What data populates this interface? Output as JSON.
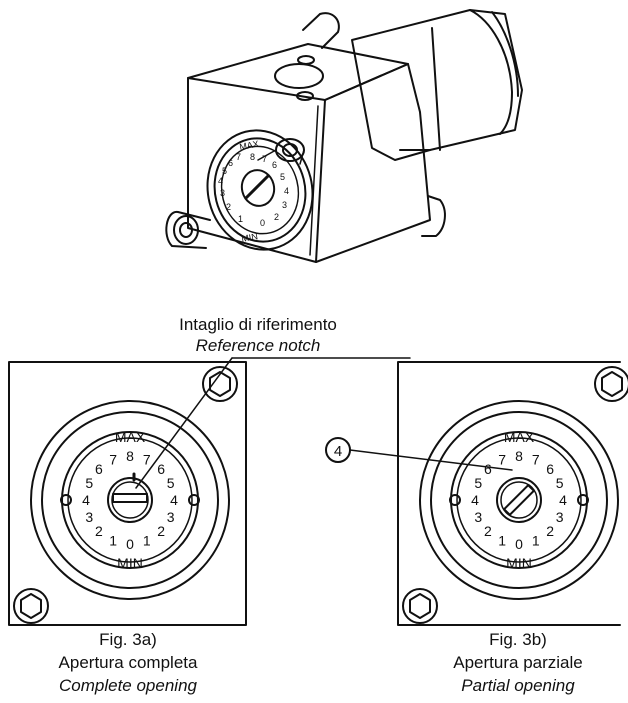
{
  "top_label": {
    "it": "Intaglio di riferimento",
    "en": "Reference notch"
  },
  "dial": {
    "max": "MAX",
    "min": "MIN",
    "numbers": [
      "0",
      "1",
      "2",
      "3",
      "4",
      "5",
      "6",
      "7",
      "8",
      "7",
      "6",
      "5",
      "4",
      "3",
      "2",
      "1"
    ]
  },
  "callout": {
    "number": "4"
  },
  "fig_a": {
    "title": "Fig. 3a)",
    "it": "Apertura completa",
    "en": "Complete opening"
  },
  "fig_b": {
    "title": "Fig. 3b)",
    "it": "Apertura parziale",
    "en": "Partial opening"
  },
  "style": {
    "ink": "#111111",
    "paper": "#ffffff"
  }
}
